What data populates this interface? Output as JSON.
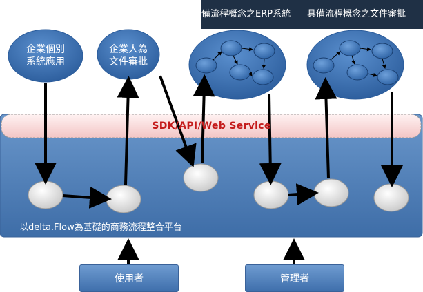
{
  "top_titles": [
    "備流程概念之ERP系統",
    "具備流程概念之文件審批"
  ],
  "ellipses": [
    {
      "label": "企業個別\n系統應用"
    },
    {
      "label": "企業人為\n文件審批"
    }
  ],
  "sdk_band": "SDK/API/Web Service",
  "platform_label": "以delta.Flow為基礎的商務流程整合平台",
  "user_boxes": [
    "使用者",
    "管理者"
  ],
  "colors": {
    "platform_fill": "#4f7fb7",
    "sdk_text": "#c41a1a",
    "topbar": "#1f3045",
    "ellipse_fill": "#3f73b4"
  }
}
